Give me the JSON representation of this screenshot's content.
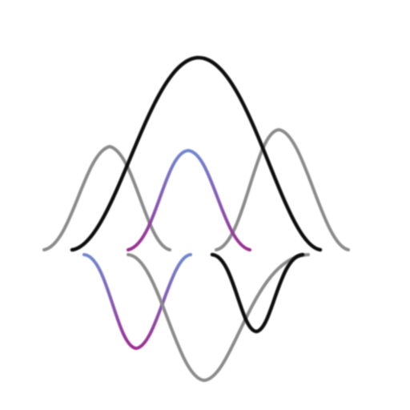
{
  "diagram": {
    "description_free": true,
    "curves": [
      {
        "name": "left-gray-bump",
        "color": "#8a8a8a",
        "direction": "up"
      },
      {
        "name": "center-black-bump",
        "color": "#111111",
        "direction": "up"
      },
      {
        "name": "right-gray-bump",
        "color": "#8a8a8a",
        "direction": "up"
      },
      {
        "name": "center-purple-bump",
        "color_low": "#9b2c8f",
        "color_high": "#6f86d0",
        "direction": "up"
      },
      {
        "name": "lower-purple-trough",
        "color_low": "#9b2c8f",
        "color_high": "#6f86d0",
        "direction": "down"
      },
      {
        "name": "lower-gray-trough",
        "color": "#8a8a8a",
        "direction": "down"
      },
      {
        "name": "lower-black-trough",
        "color": "#111111",
        "direction": "down"
      }
    ],
    "baseline_color": "#111111"
  }
}
